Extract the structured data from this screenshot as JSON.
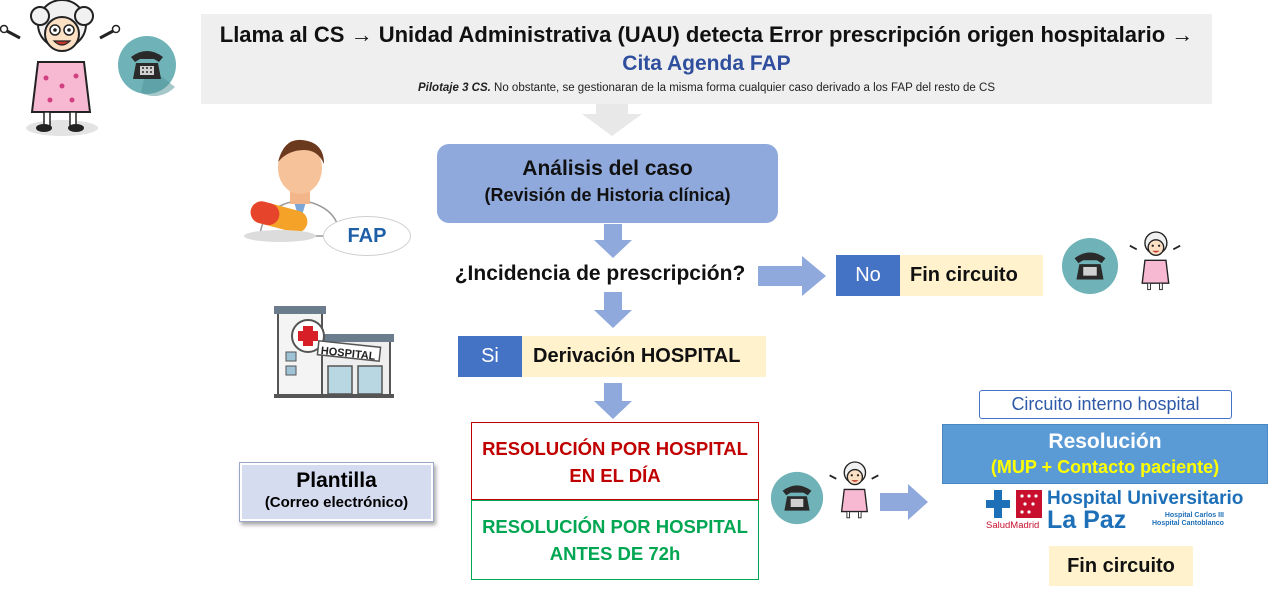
{
  "header": {
    "line1": "Llama al CS → Unidad Administrativa (UAU) detecta Error prescripción origen hospitalario →",
    "line2": "Cita Agenda FAP",
    "note_bold": "Pilotaje 3 CS.",
    "note_rest": " No obstante, se gestionaran de la misma forma cualquier caso derivado a los FAP del resto de CS"
  },
  "analysis": {
    "title": "Análisis del caso",
    "subtitle": "(Revisión de Historia clínica)"
  },
  "fap_label": "FAP",
  "question": "¿Incidencia de prescripción?",
  "branch_no": {
    "tag": "No",
    "result": "Fin circuito"
  },
  "branch_si": {
    "tag": "Si",
    "result": "Derivación HOSPITAL"
  },
  "resolution_day": {
    "line1": "RESOLUCIÓN POR HOSPITAL",
    "line2": "EN EL DÍA"
  },
  "resolution_72h": {
    "line1": "RESOLUCIÓN POR HOSPITAL",
    "line2": "ANTES DE 72h"
  },
  "plantilla": {
    "title": "Plantilla",
    "subtitle": "(Correo electrónico)"
  },
  "internal": {
    "label": "Circuito interno hospital",
    "title": "Resolución",
    "subtitle": "(MUP + Contacto paciente)",
    "end": "Fin circuito"
  },
  "hospital_logo": {
    "line1": "Hospital Universitario",
    "line2": "La Paz",
    "small1": "Hospital Carlos III",
    "small2": "Hospital Cantoblanco",
    "salud": "SaludMadrid"
  },
  "colors": {
    "accent_blue": "#4472c4",
    "box_blue": "#8fa9dc",
    "arrow": "#8fa9dc",
    "cream": "#fff2cc",
    "red": "#c00000",
    "green": "#00a651",
    "resolution_blue": "#5b9bd5",
    "yellow": "#ffff00"
  }
}
